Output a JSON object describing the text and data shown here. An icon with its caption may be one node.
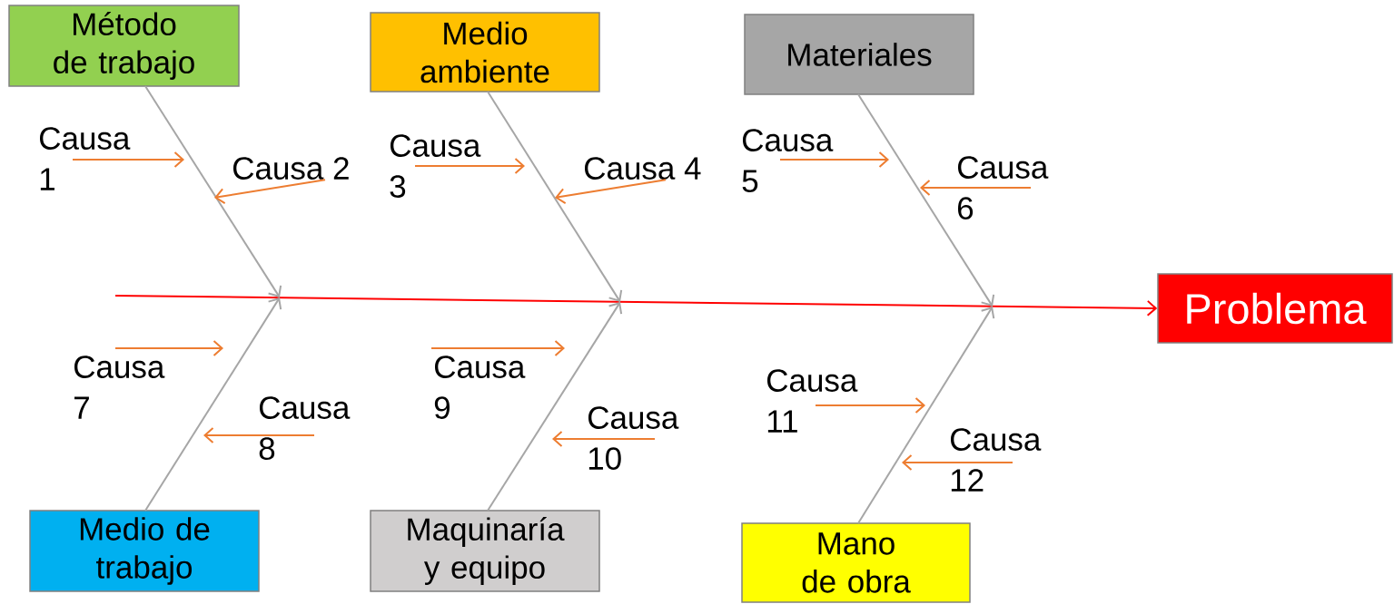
{
  "diagram": {
    "nodes": [
      {
        "text": [
          "Método de trabajo"
        ]
      },
      {
        "text": [
          "Medio ambiente"
        ]
      },
      {
        "text": [
          "Materiales"
        ]
      },
      {
        "text": [
          "Medio de trabajo"
        ]
      },
      {
        "text": [
          "Maquinaría y equipo"
        ]
      },
      {
        "text": [
          "Mano de obra"
        ]
      },
      {
        "text": [
          "Problema"
        ]
      },
      {
        "text": [
          "Causa 1"
        ]
      },
      {
        "text": [
          "Causa 2"
        ]
      },
      {
        "text": [
          "Causa 3"
        ]
      },
      {
        "text": [
          "Causa 4"
        ]
      },
      {
        "text": [
          "Causa 5"
        ]
      },
      {
        "text": [
          "Causa 6"
        ]
      },
      {
        "text": [
          "Causa 7"
        ]
      },
      {
        "text": [
          "Causa 8"
        ]
      },
      {
        "text": [
          "Causa 9"
        ]
      },
      {
        "text": [
          "Causa 10"
        ]
      },
      {
        "text": [
          "Causa 11"
        ]
      },
      {
        "text": [
          "Causa 12"
        ]
      }
    ],
    "edges": [
      {
        "from": null,
        "to": 6,
        "arrow": "to",
        "color": "#ff0000"
      },
      {
        "from": 0,
        "to": null,
        "arrow": "to",
        "color": "#a6a6a6"
      },
      {
        "from": 1,
        "to": null,
        "arrow": "to",
        "color": "#a6a6a6"
      },
      {
        "from": 2,
        "to": null,
        "arrow": "to",
        "color": "#a6a6a6"
      },
      {
        "from": 3,
        "to": null,
        "arrow": "to",
        "color": "#a6a6a6"
      },
      {
        "from": 4,
        "to": null,
        "arrow": "to",
        "color": "#a6a6a6"
      },
      {
        "from": 5,
        "to": null,
        "arrow": "to",
        "color": "#a6a6a6"
      },
      {
        "from": 7,
        "to": null,
        "arrow": "to"
      },
      {
        "from": 8,
        "to": null,
        "arrow": "to"
      },
      {
        "from": 9,
        "to": null,
        "arrow": "to"
      },
      {
        "from": 10,
        "to": null,
        "arrow": "to"
      },
      {
        "from": 11,
        "to": null,
        "arrow": "to"
      },
      {
        "from": 12,
        "to": null,
        "arrow": "to"
      },
      {
        "from": 13,
        "to": null,
        "arrow": "to"
      },
      {
        "from": 14,
        "to": null,
        "arrow": "to"
      },
      {
        "from": 15,
        "to": null,
        "arrow": "to"
      },
      {
        "from": 16,
        "to": null,
        "arrow": "to"
      },
      {
        "from": 17,
        "to": null,
        "arrow": "to"
      },
      {
        "from": 18,
        "to": null,
        "arrow": "to"
      }
    ]
  }
}
